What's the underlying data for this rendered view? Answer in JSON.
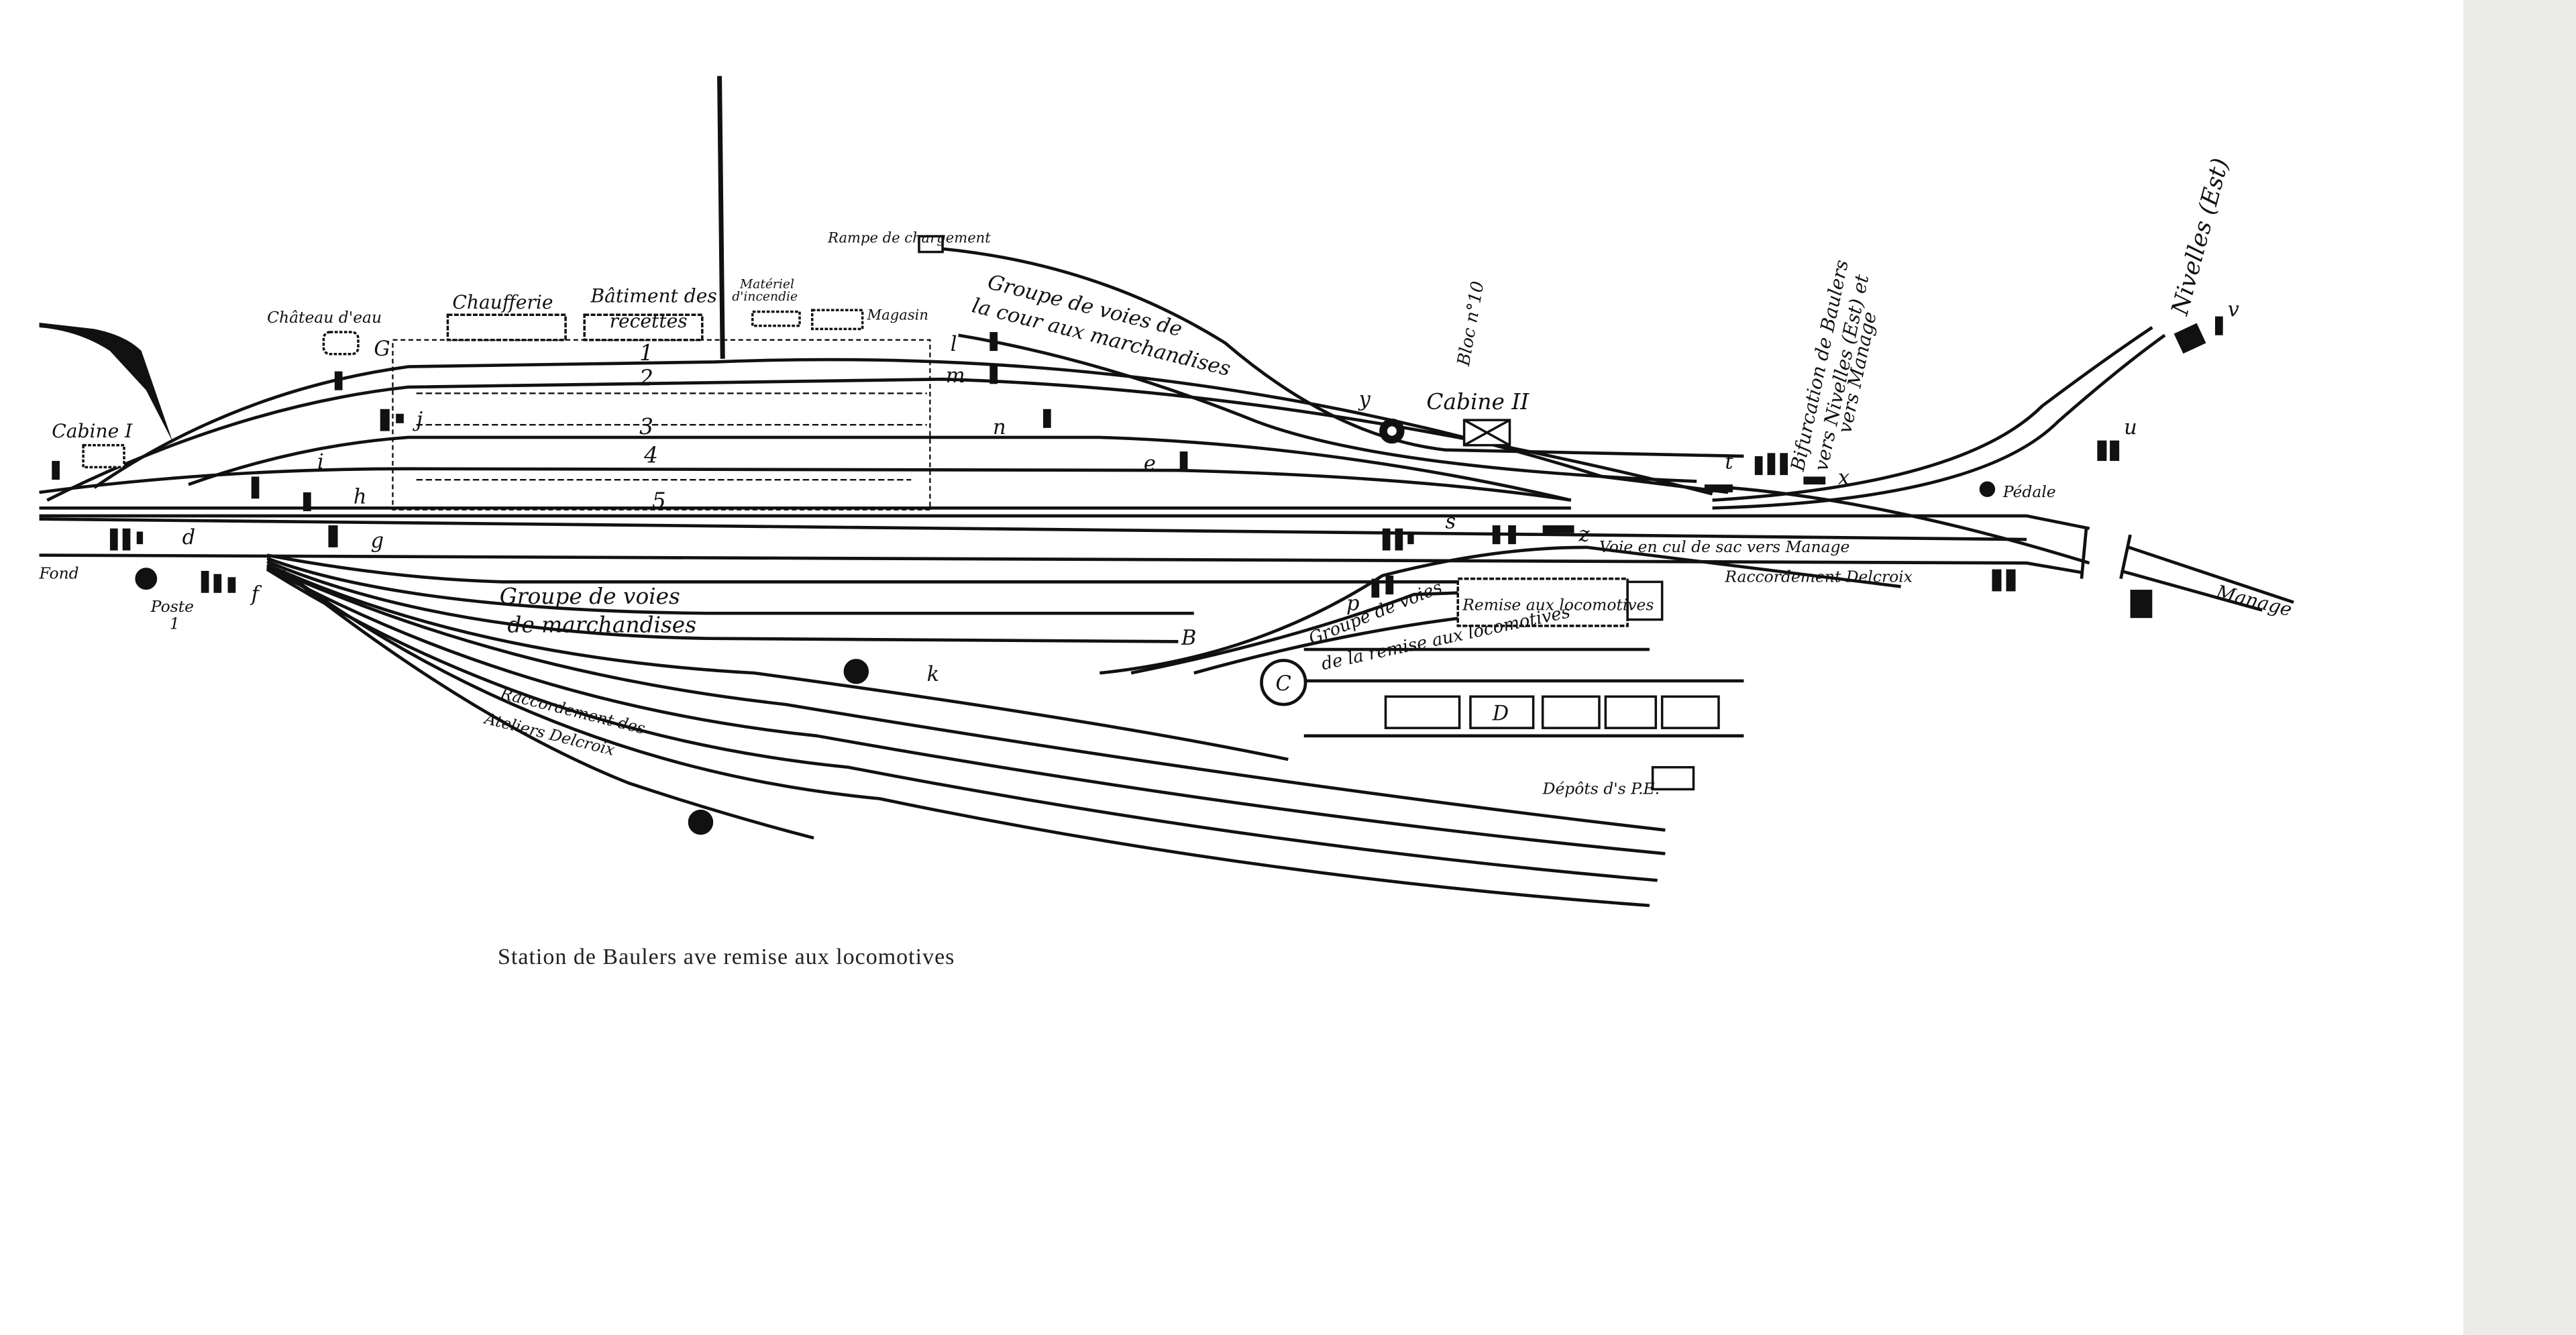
{
  "caption": "Station de Baulers ave remise aux locomotives",
  "colors": {
    "ink": "#111111",
    "paper": "#ffffff",
    "strip": "#ebebea"
  },
  "labels": {
    "rampe": "Rampe de chargement",
    "groupe_cour_1": "Groupe de voies de",
    "groupe_cour_2": "la cour aux marchandises",
    "chateau": "Château d'eau",
    "chaufferie": "Chaufferie",
    "batiment_1": "Bâtiment des",
    "batiment_2": "recettes",
    "materiel_1": "Matériel",
    "materiel_2": "d'incendie",
    "magasin": "Magasin",
    "bloc": "Bloc n°10",
    "cabine2": "Cabine II",
    "cabine1": "Cabine I",
    "bif_1": "Bifurcation de Baulers",
    "bif_2": "vers Nivelles (Est) et",
    "bif_3": "vers Manage",
    "nivelles": "Nivelles (Est)",
    "pedale": "Pédale",
    "manage": "Manage",
    "voie_cul": "Voie en cul de sac vers Manage",
    "raccord_delcroix": "Raccordement Delcroix",
    "remise": "Remise aux locomotives",
    "groupe_marc_1": "Groupe de voies",
    "groupe_marc_2": "de marchandises",
    "groupe_remise_1": "Groupe de voies",
    "groupe_remise_2": "de la remise aux locomotives",
    "raccord_ateliers_1": "Raccordement des",
    "raccord_ateliers_2": "Ateliers Delcroix",
    "depots": "Dépôts d's P.E.",
    "poste_1": "Poste",
    "poste_2": "1",
    "fond": "Fond",
    "C_marker": "C"
  },
  "track_numbers": [
    "1",
    "2",
    "3",
    "4",
    "5"
  ],
  "letters": {
    "G": "G",
    "j": "j",
    "i": "i",
    "h": "h",
    "g": "g",
    "d": "d",
    "f": "f",
    "l": "l",
    "m": "m",
    "n": "n",
    "e": "e",
    "y": "y",
    "t": "t",
    "s": "s",
    "x": "x",
    "u": "u",
    "v": "v",
    "z": "z",
    "p": "p",
    "k": "k",
    "B": "B",
    "D": "D"
  }
}
